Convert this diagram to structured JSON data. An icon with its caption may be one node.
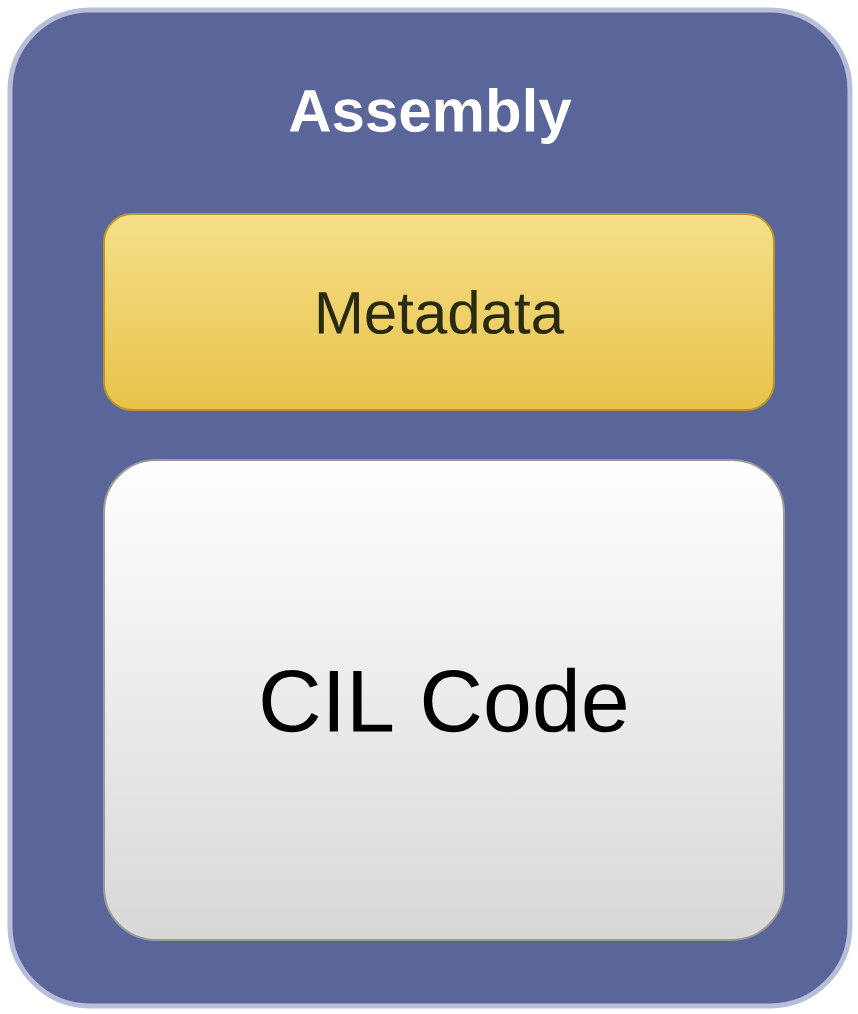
{
  "diagram": {
    "nodes": [
      {
        "text": [
          "Assembly"
        ]
      },
      {
        "text": [
          "Metadata"
        ],
        "in": 0
      },
      {
        "text": [
          "CIL Code"
        ],
        "in": 0
      }
    ]
  }
}
